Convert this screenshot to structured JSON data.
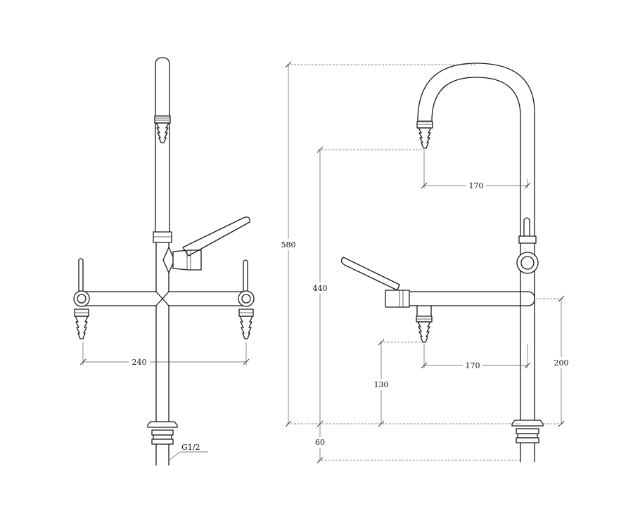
{
  "dimensions": {
    "front_width": "240",
    "thread": "G1/2",
    "total_height": "580",
    "spout_height": "440",
    "spout_reach": "170",
    "side_reach": "170",
    "side_height": "130",
    "arm_height": "200",
    "base_offset": "60"
  },
  "colors": {
    "line": "#1a1a1a",
    "dimension": "#555555",
    "background": "#ffffff"
  }
}
